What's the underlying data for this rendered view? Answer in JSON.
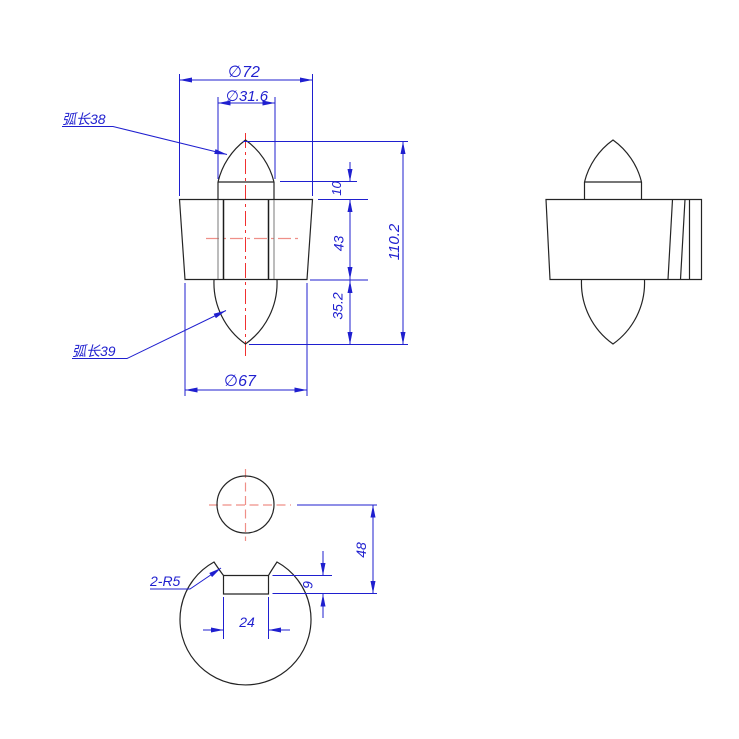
{
  "drawing": {
    "background": "#ffffff",
    "colors": {
      "dimension_blue": "#1f1fcf",
      "outline_dark": "#242424",
      "centerline_red": "#f03030",
      "centerline_soft_red": "#ef8f88"
    },
    "front_view": {
      "dims": {
        "dia72": "∅72",
        "dia31_6": "∅31.6",
        "dia67": "∅67",
        "h10": "10",
        "h43": "43",
        "h35_2": "35.2",
        "h110_2": "110.2"
      },
      "leaders": {
        "arc_top": "弧长38",
        "arc_bottom": "弧长39"
      }
    },
    "bottom_view": {
      "dims": {
        "r48": "48",
        "r9": "9",
        "w24": "24"
      },
      "leaders": {
        "fillet": "2-R5"
      }
    }
  }
}
